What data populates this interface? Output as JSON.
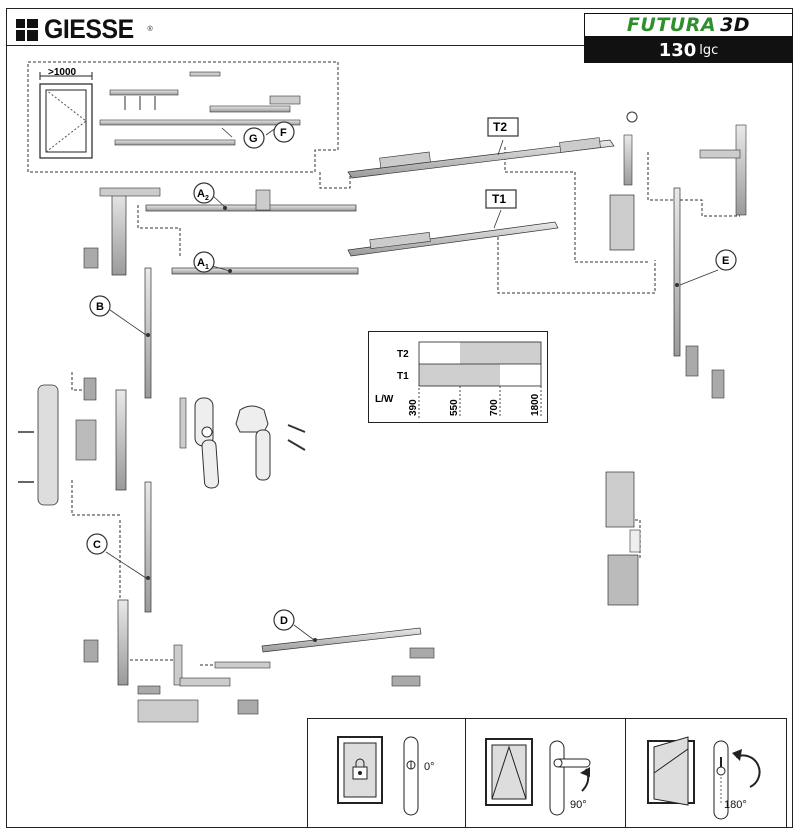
{
  "brand": {
    "name": "GIESSE",
    "registered": "®"
  },
  "product": {
    "line_green": "FUTURA",
    "line_black": "3D",
    "size": "130",
    "unit": "lgc"
  },
  "dimension_note": ">1000",
  "callouts": {
    "A1": {
      "letter": "A",
      "sub": "1"
    },
    "A2": {
      "letter": "A",
      "sub": "2"
    },
    "B": "B",
    "C": "C",
    "D": "D",
    "E": "E",
    "F": "F",
    "G": "G",
    "T1": "T1",
    "T2": "T2"
  },
  "table": {
    "rows": [
      "T2",
      "T1"
    ],
    "axis_label": "L/W",
    "ticks": [
      "390",
      "550",
      "700",
      "1800"
    ],
    "shaded": {
      "T2": [
        false,
        true,
        true
      ],
      "T1": [
        true,
        true,
        false
      ]
    },
    "shade_color": "#cfcfcf"
  },
  "legend": {
    "positions": [
      {
        "icon": "locked-window-icon",
        "angle": "0°"
      },
      {
        "icon": "turn-window-icon",
        "angle": "90°"
      },
      {
        "icon": "tilt-window-icon",
        "angle": "180°"
      }
    ]
  },
  "colors": {
    "brand_green": "#2f8f2f",
    "ink": "#111111",
    "hardware_gray": "#bdbdbd"
  }
}
